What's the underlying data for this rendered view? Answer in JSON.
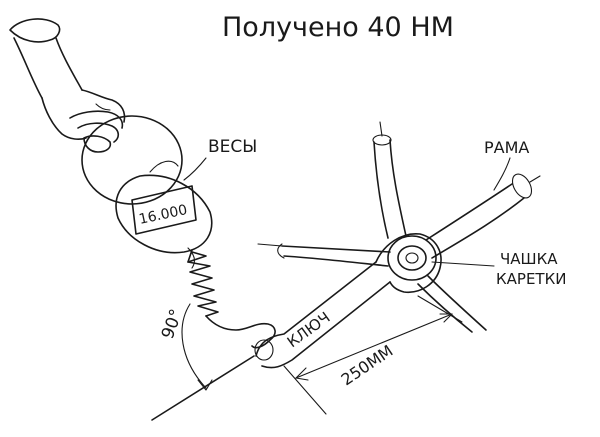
{
  "title": "Получено 40 НМ",
  "labels": {
    "scale": "ВЕСЫ",
    "display": "16.000",
    "frame": "РАМА",
    "cup_line1": "ЧАШКА",
    "cup_line2": "КАРЕТКИ",
    "wrench": "КЛЮЧ",
    "length": "250ММ",
    "angle": "90°"
  }
}
